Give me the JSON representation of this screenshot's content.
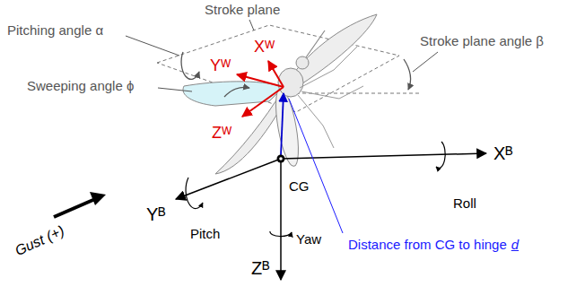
{
  "diagram": {
    "labels": [
      "Stroke plane",
      "Pitching angle α",
      "Stroke plane angle β",
      "Sweeping angle ϕ",
      "Yᵂ",
      "Xᵂ",
      "Zᵂ",
      "CG",
      "Xᴮ",
      "Roll",
      "Yᴮ",
      "Pitch",
      "Yaw",
      "Zᴮ",
      "Distance from CG to hinge",
      "d",
      "Gust (+)"
    ]
  }
}
